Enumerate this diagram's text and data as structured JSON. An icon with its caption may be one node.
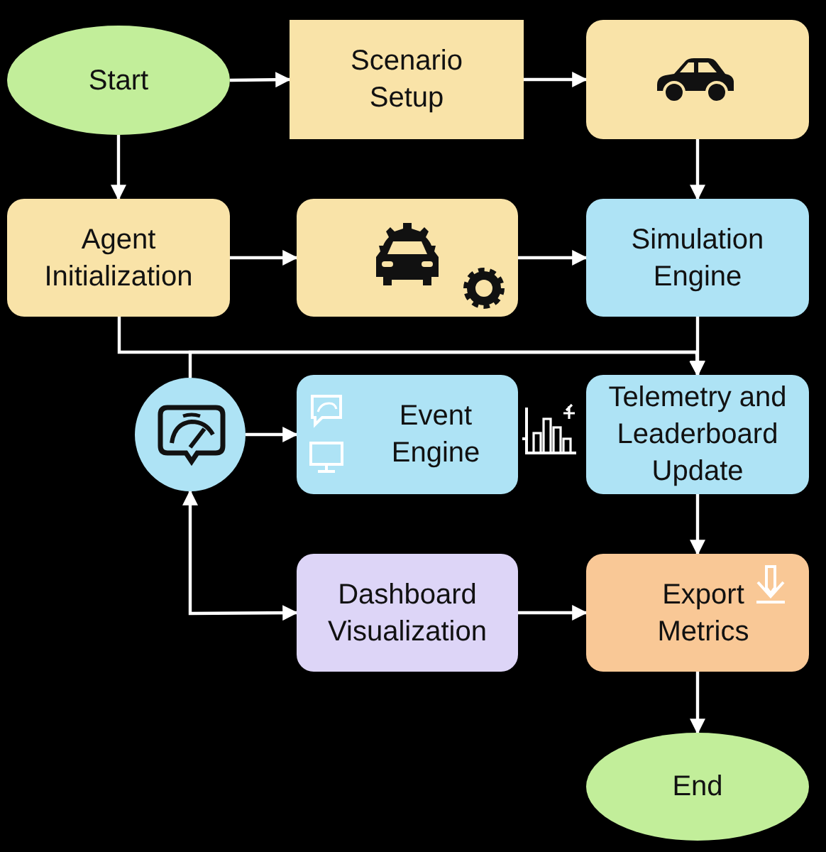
{
  "diagram": {
    "nodes": [
      {
        "text": [
          "Start"
        ]
      },
      {
        "text": [
          "Scenario Setup"
        ]
      },
      {
        "text": [],
        "shape": "box"
      },
      {
        "text": [
          "Agent Initialization"
        ]
      },
      {
        "text": [],
        "shape": "box"
      },
      {
        "text": [
          "Simulation Engine"
        ]
      },
      {
        "text": [],
        "shape": "circle"
      },
      {
        "text": [
          "Event Engine"
        ]
      },
      {
        "text": [
          "Telemetry and Leaderboard Update"
        ]
      },
      {
        "text": [
          "Dashboard Visualization"
        ]
      },
      {
        "text": [
          "Export Metrics"
        ]
      },
      {
        "text": [
          "End"
        ]
      }
    ],
    "edges": [
      {
        "from": 0,
        "to": 1,
        "arrow": "to"
      },
      {
        "from": 1,
        "to": 2,
        "arrow": "to"
      },
      {
        "from": 0,
        "to": 3,
        "arrow": "to"
      },
      {
        "from": 2,
        "to": 5,
        "arrow": "to"
      },
      {
        "from": 3,
        "to": 4,
        "arrow": "to"
      },
      {
        "from": 4,
        "to": 5,
        "arrow": "to"
      },
      {
        "from": 3,
        "to": 8,
        "arrow": "to"
      },
      {
        "from": 5,
        "to": 8,
        "arrow": "to"
      },
      {
        "from": 6,
        "to": 8,
        "arrow": "to"
      },
      {
        "from": 6,
        "to": 7,
        "arrow": "to"
      },
      {
        "from": 6,
        "to": 9,
        "arrow": "both"
      },
      {
        "from": 9,
        "to": 10,
        "arrow": "to"
      },
      {
        "from": 8,
        "to": 10,
        "arrow": "to"
      },
      {
        "from": 10,
        "to": 11,
        "arrow": "to"
      }
    ]
  }
}
